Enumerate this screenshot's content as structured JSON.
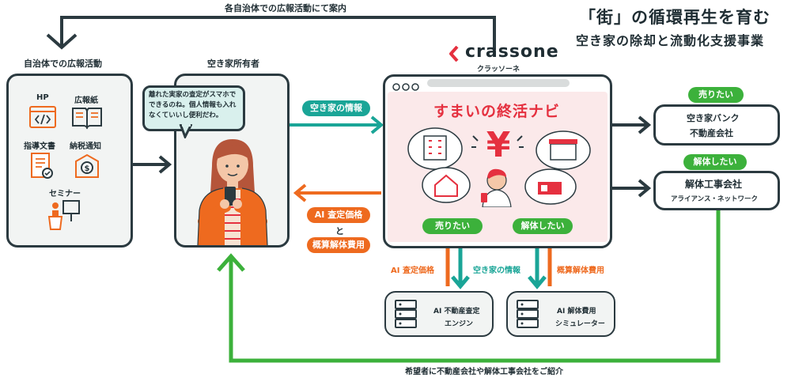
{
  "top_note": "各自治体での広報活動にて案内",
  "headline": {
    "line1": "「街」の循環再生を育む",
    "line2": "空き家の除却と流動化支援事業"
  },
  "brand": {
    "name": "crassone",
    "kana": "クラッソーネ"
  },
  "municipality": {
    "heading": "自治体での広報活動",
    "items": [
      "HP",
      "広報紙",
      "指導文書",
      "納税通知",
      "セミナー"
    ]
  },
  "owner": {
    "heading": "空き家所有者",
    "speech": "離れた実家の査定がスマホでできるのね。個人情報も入れなくていいし便利だわ。"
  },
  "app": {
    "title": "すまいの終活ナビ",
    "sell_button": "売りたい",
    "demolish_button": "解体したい"
  },
  "flows": {
    "to_app": "空き家の情報",
    "to_owner_1": "AI 査定価格",
    "to_owner_and": "と",
    "to_owner_2": "概算解体費用",
    "down_left": "AI 査定価格",
    "down_mid": "空き家の情報",
    "down_right": "概算解体費用",
    "bottom": "希望者に不動産会社や解体工事会社をご紹介"
  },
  "engines": {
    "realestate": {
      "line1": "AI 不動産査定",
      "line2": "エンジン"
    },
    "demolition": {
      "line1": "AI 解体費用",
      "line2": "シミュレーター"
    }
  },
  "partners": {
    "sell_tag": "売りたい",
    "sell_line1": "空き家バンク",
    "sell_line2": "不動産会社",
    "demolish_tag": "解体したい",
    "demolish_line1": "解体工事会社",
    "demolish_line2": "アライアンス・ネットワーク"
  },
  "colors": {
    "dark": "#2b3a40",
    "teal": "#1aa597",
    "orange": "#ee6a1f",
    "green": "#3cb13b",
    "red": "#e5303f",
    "panel_pink": "#fbe9ea"
  }
}
